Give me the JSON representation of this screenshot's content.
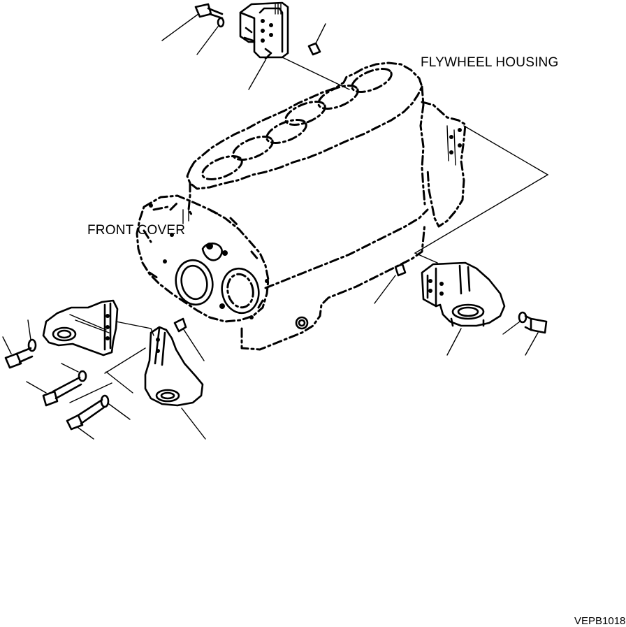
{
  "labels": {
    "flywheel_housing": "FLYWHEEL HOUSING",
    "front_cover": "FRONT COVER",
    "drawing_code": "VEPB1018"
  }
}
